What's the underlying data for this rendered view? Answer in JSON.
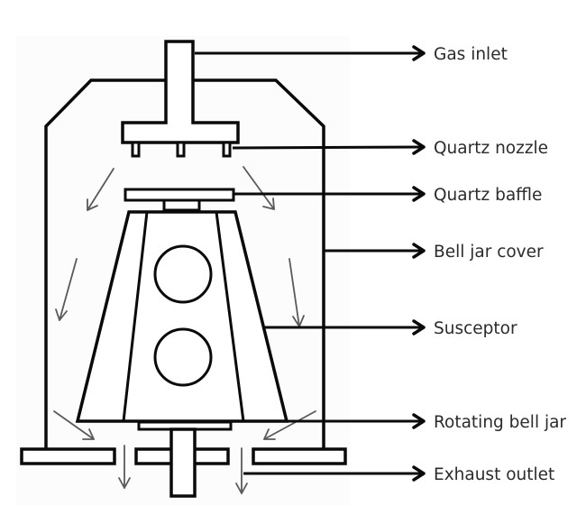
{
  "diagram": {
    "type": "labeled-schematic",
    "subject": "Bell jar epitaxial reactor (barrel susceptor)",
    "labels": [
      {
        "id": "gas-inlet",
        "text": "Gas inlet"
      },
      {
        "id": "quartz-nozzle",
        "text": "Quartz nozzle"
      },
      {
        "id": "quartz-baffle",
        "text": "Quartz baffle"
      },
      {
        "id": "bell-jar-cover",
        "text": "Bell jar cover"
      },
      {
        "id": "susceptor",
        "text": "Susceptor"
      },
      {
        "id": "rotating-bell-jar",
        "text": "Rotating bell jar"
      },
      {
        "id": "exhaust-outlet",
        "text": "Exhaust outlet"
      }
    ],
    "flow_arrows_count": 8,
    "wafer_count": 2,
    "nozzle_count": 3,
    "colors": {
      "line": "#0a0a0a",
      "flow_arrow": "#5a5a5a",
      "text": "#2b2b2b",
      "background": "#ffffff"
    }
  }
}
